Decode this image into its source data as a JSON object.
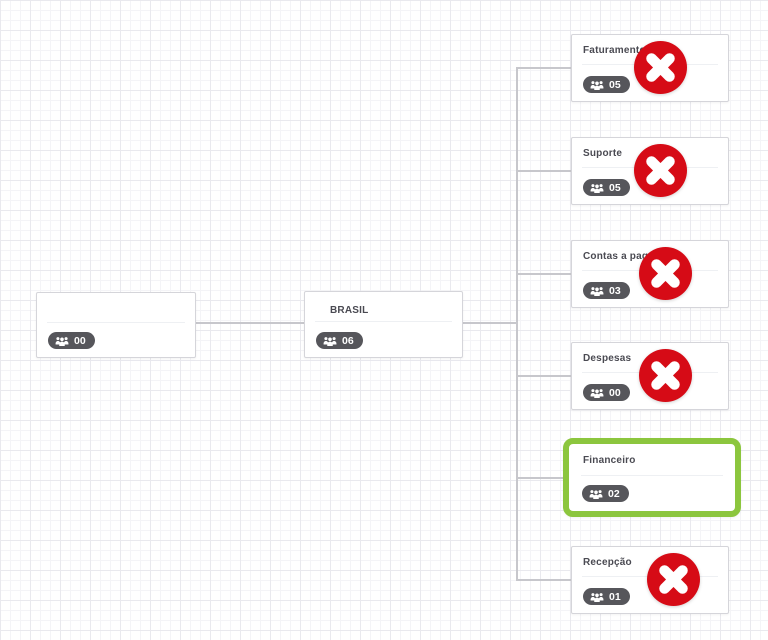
{
  "app": {
    "view": "organization-chart",
    "colors": {
      "delete_red": "#d60b16",
      "selected_green": "#8cc63e",
      "badge_bg": "#56565b",
      "connector_gray": "#c7c7cc",
      "card_border": "#d5d5da",
      "title_text": "#4a4a52"
    }
  },
  "root_node": {
    "title": "",
    "count": "00"
  },
  "parent_node": {
    "title": "BRASIL",
    "count": "06"
  },
  "child_nodes": [
    {
      "title": "Faturamento",
      "count": "05",
      "deletable": true,
      "selected": false
    },
    {
      "title": "Suporte",
      "count": "05",
      "deletable": true,
      "selected": false
    },
    {
      "title": "Contas a pagar",
      "count": "03",
      "deletable": true,
      "selected": false
    },
    {
      "title": "Despesas",
      "count": "00",
      "deletable": true,
      "selected": false
    },
    {
      "title": "Financeiro",
      "count": "02",
      "deletable": false,
      "selected": true
    },
    {
      "title": "Recepção",
      "count": "01",
      "deletable": true,
      "selected": false
    }
  ],
  "icons": {
    "badge_icon": "group-icon",
    "delete_icon": "x-icon"
  }
}
